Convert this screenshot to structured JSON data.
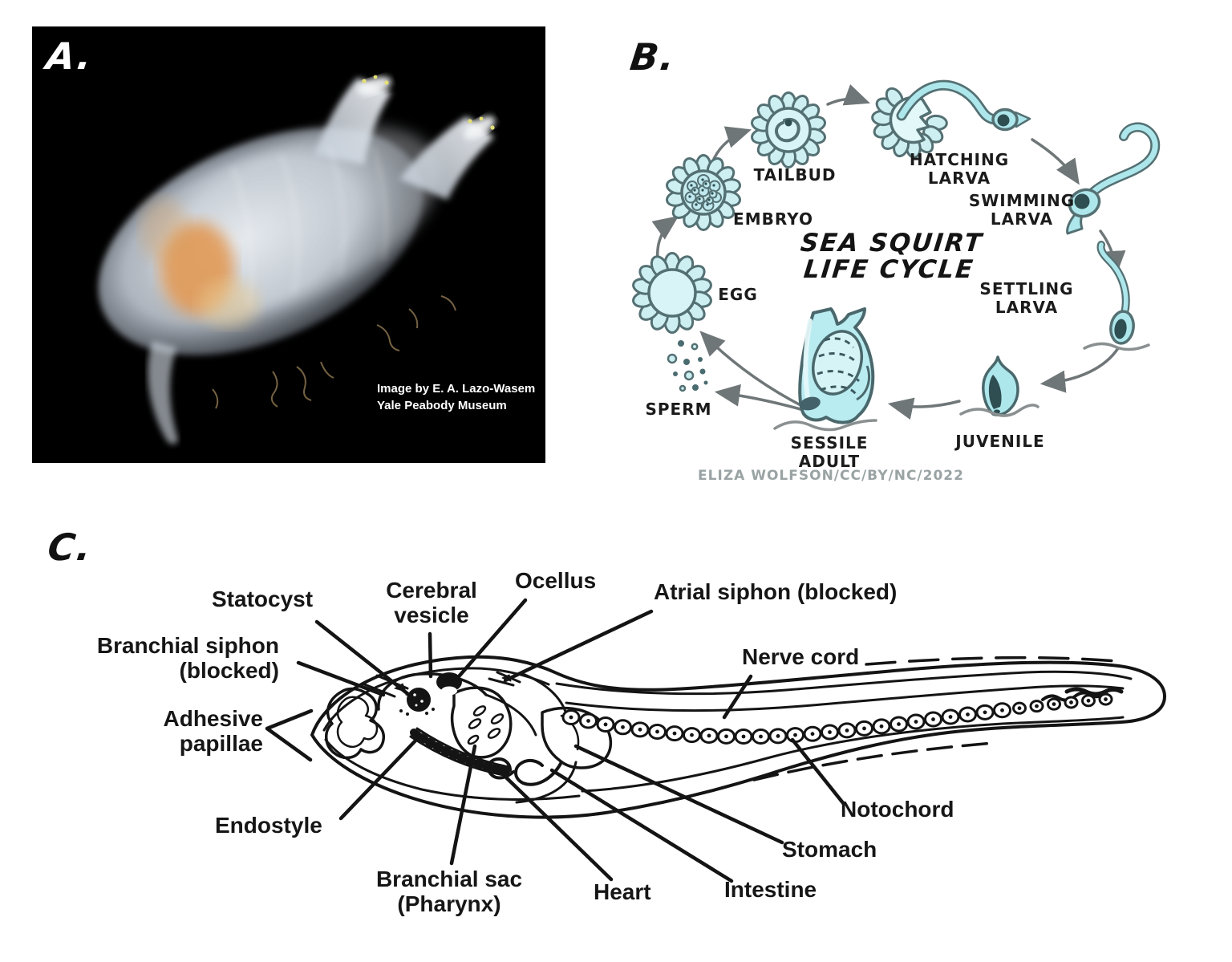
{
  "panel_a": {
    "label": "A.",
    "credit_line1": "Image by E. A. Lazo-Wasem",
    "credit_line2": "Yale Peabody Museum"
  },
  "panel_b": {
    "label": "B.",
    "title_line1": "SEA SQUIRT",
    "title_line2": "LIFE CYCLE",
    "credit": "ELIZA WOLFSON/CC/BY/NC/2022",
    "stages": {
      "egg": "EGG",
      "embryo": "EMBRYO",
      "tailbud": "TAILBUD",
      "hatching_line1": "HATCHING",
      "hatching_line2": "LARVA",
      "swimming_line1": "SWIMMING",
      "swimming_line2": "LARVA",
      "settling_line1": "SETTLING",
      "settling_line2": "LARVA",
      "juvenile": "JUVENILE",
      "sessile_line1": "SESSILE",
      "sessile_line2": "ADULT",
      "sperm": "SPERM"
    }
  },
  "panel_c": {
    "label": "C.",
    "labels": {
      "statocyst": "Statocyst",
      "cerebral_line1": "Cerebral",
      "cerebral_line2": "vesicle",
      "ocellus": "Ocellus",
      "atrial_siphon": "Atrial siphon (blocked)",
      "branchial_siphon_line1": "Branchial siphon",
      "branchial_siphon_line2": "(blocked)",
      "adhesive_line1": "Adhesive",
      "adhesive_line2": "papillae",
      "nerve_cord": "Nerve cord",
      "endostyle": "Endostyle",
      "branchial_sac_line1": "Branchial sac",
      "branchial_sac_line2": "(Pharynx)",
      "heart": "Heart",
      "intestine": "Intestine",
      "stomach": "Stomach",
      "notochord": "Notochord"
    }
  },
  "colors": {
    "photo_bg": "#000000",
    "photo_body": "#dfe6ee",
    "photo_orange": "#e2954d",
    "cycle_fill_light": "#d8f4f6",
    "cycle_fill_mid": "#ade7ec",
    "cycle_outline": "#547073",
    "cycle_dark_spot": "#2e4e52",
    "arrow_gray": "#6f7678",
    "credit_gray": "#9aa3a4",
    "line_black": "#141414"
  }
}
